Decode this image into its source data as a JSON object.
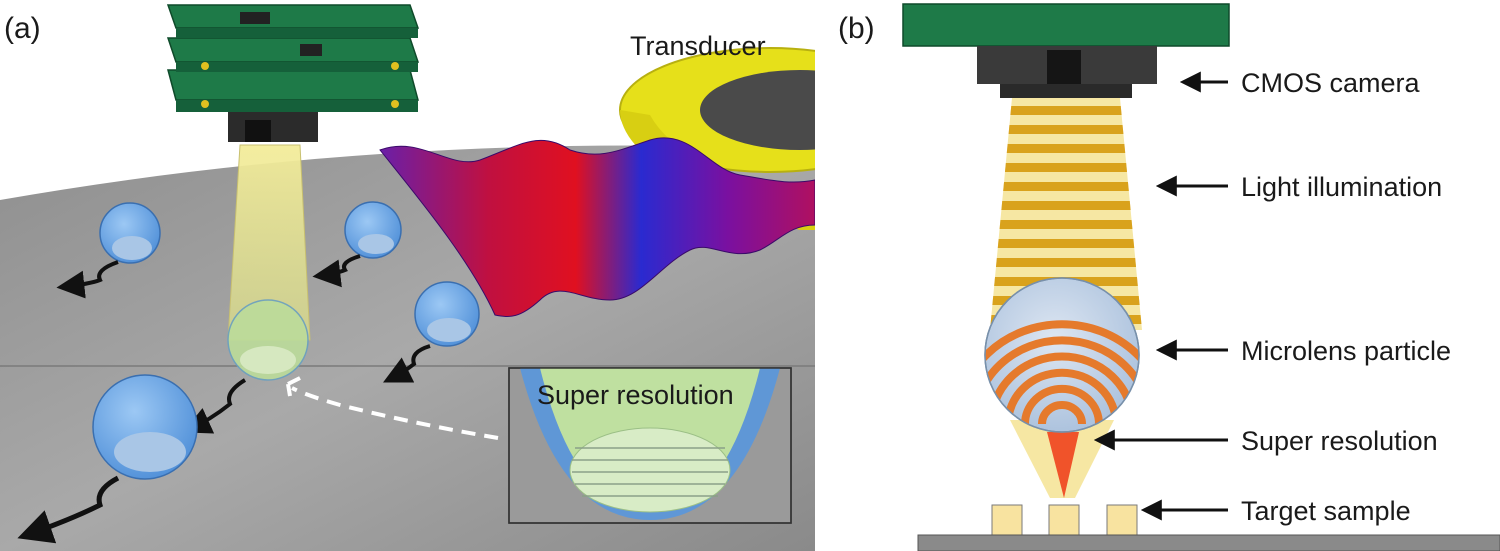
{
  "panel_a": {
    "tag": "(a)",
    "transducer_label": "Transducer",
    "inset_label": "Super resolution"
  },
  "panel_b": {
    "tag": "(b)",
    "callouts": [
      "CMOS camera",
      "Light illumination",
      "Microlens particle",
      "Super resolution",
      "Target sample"
    ]
  },
  "colors": {
    "pcb_green": "#1e7a48",
    "camera_dark": "#3a3a3a",
    "light_yellow": "#f6e7a3",
    "stripe_orange": "#d9a21c",
    "sphere_blue": "#6aa6e6",
    "lens_stripes": "#e57a2c",
    "focus_red": "#f0532a",
    "transducer_yellow": "#e6e01a"
  }
}
